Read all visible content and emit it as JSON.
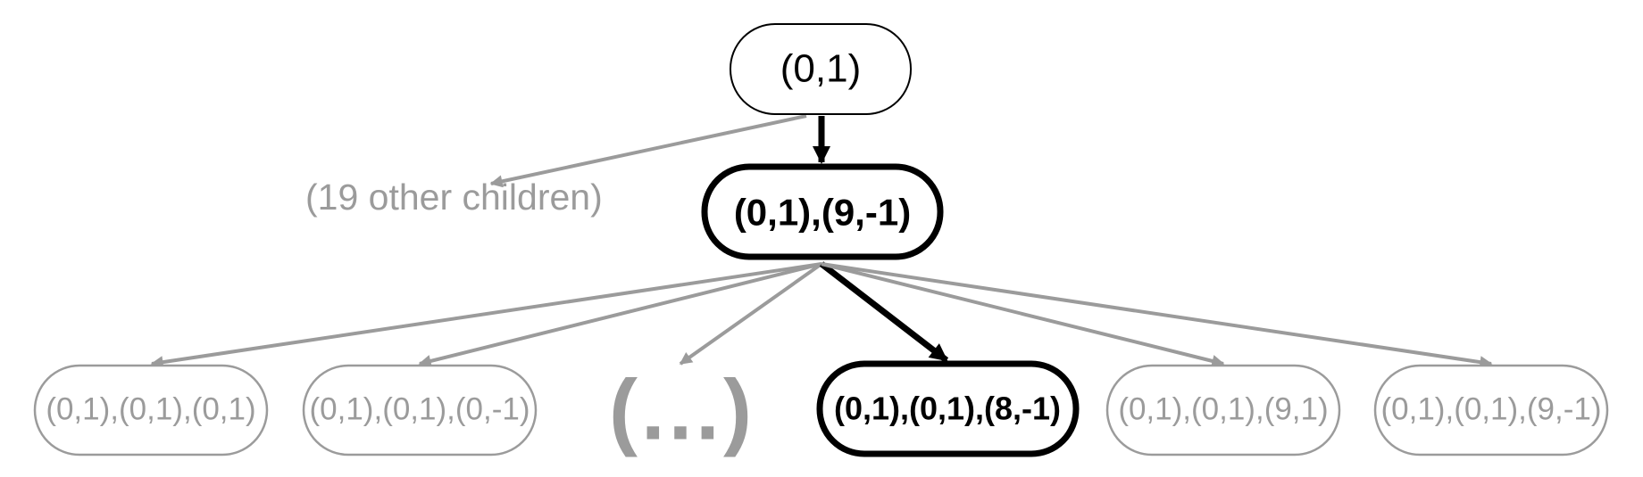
{
  "colors": {
    "highlight": "#000000",
    "muted": "#9b9b9b",
    "background": "#ffffff"
  },
  "nodes": {
    "root": {
      "label": "(0,1)"
    },
    "level1": {
      "label": "(0,1),(9,-1)"
    },
    "other_children_note": {
      "label": "(19 other children)"
    },
    "leaves": [
      {
        "label": "(0,1),(0,1),(0,1)"
      },
      {
        "label": "(0,1),(0,1),(0,-1)"
      },
      {
        "label": "(…)"
      },
      {
        "label": "(0,1),(0,1),(8,-1)"
      },
      {
        "label": "(0,1),(0,1),(9,1)"
      },
      {
        "label": "(0,1),(0,1),(9,-1)"
      }
    ]
  }
}
